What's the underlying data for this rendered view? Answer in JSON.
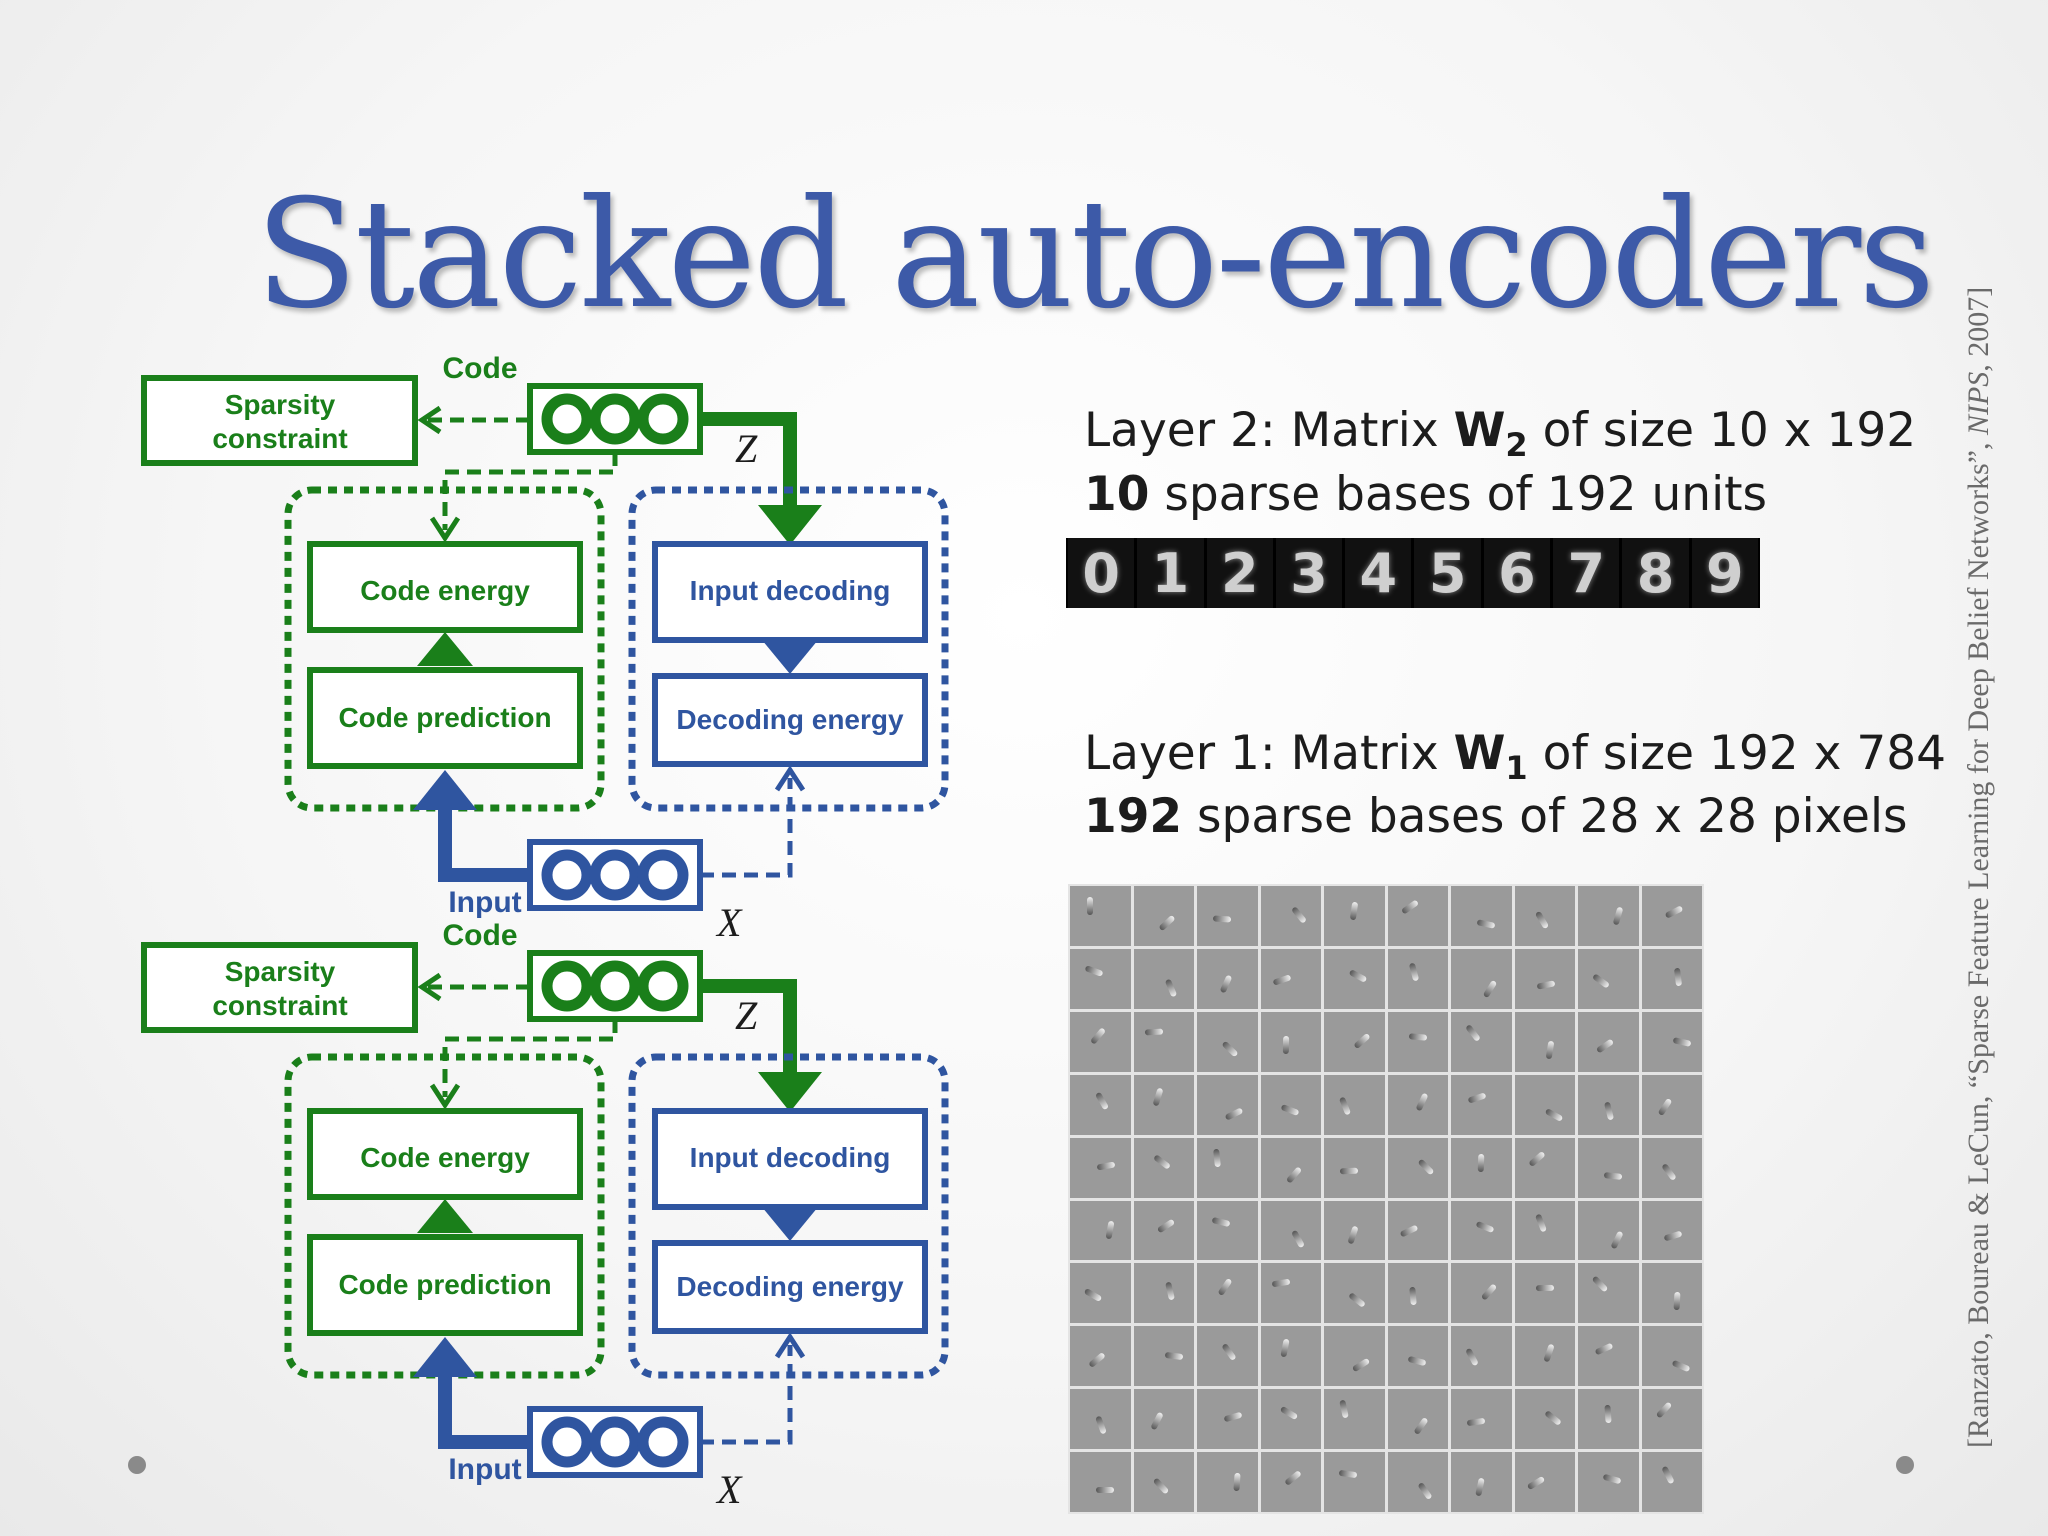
{
  "slide": {
    "title": "Stacked auto-encoders",
    "citation_plain": "[Ranzato, Boureau & LeCun, “Sparse Feature Learning for Deep Belief Networks”, ",
    "citation_italic": "NIPS",
    "citation_tail": ", 2007]"
  },
  "diagram": {
    "blocks": [
      {
        "code_label": "Code",
        "sparsity_label_1": "Sparsity",
        "sparsity_label_2": "constraint",
        "code_energy": "Code energy",
        "code_prediction": "Code prediction",
        "input_decoding": "Input decoding",
        "decoding_energy": "Decoding energy",
        "input_label": "Input",
        "z_label": "Z",
        "x_label": "X"
      },
      {
        "code_label": "Code",
        "sparsity_label_1": "Sparsity",
        "sparsity_label_2": "constraint",
        "code_energy": "Code energy",
        "code_prediction": "Code prediction",
        "input_decoding": "Input decoding",
        "decoding_energy": "Decoding energy",
        "input_label": "Input",
        "z_label": "Z",
        "x_label": "X"
      }
    ],
    "colors": {
      "green": "#1a7f1a",
      "blue": "#2f55a0"
    }
  },
  "layer2": {
    "line1_pre": "Layer 2: Matrix ",
    "line1_bold": "W",
    "line1_sub": "2",
    "line1_post": " of size 10 x 192",
    "line2_bold": "10",
    "line2_post": " sparse bases of 192 units",
    "digits": [
      "0",
      "1",
      "2",
      "3",
      "4",
      "5",
      "6",
      "7",
      "8",
      "9"
    ]
  },
  "layer1": {
    "line1_pre": "Layer 1: Matrix ",
    "line1_bold": "W",
    "line1_sub": "1",
    "line1_post": " of size 192 x 784",
    "line2_bold": "192",
    "line2_post": " sparse bases of 28 x 28 pixels",
    "grid_rows": 10,
    "grid_cols": 10
  }
}
